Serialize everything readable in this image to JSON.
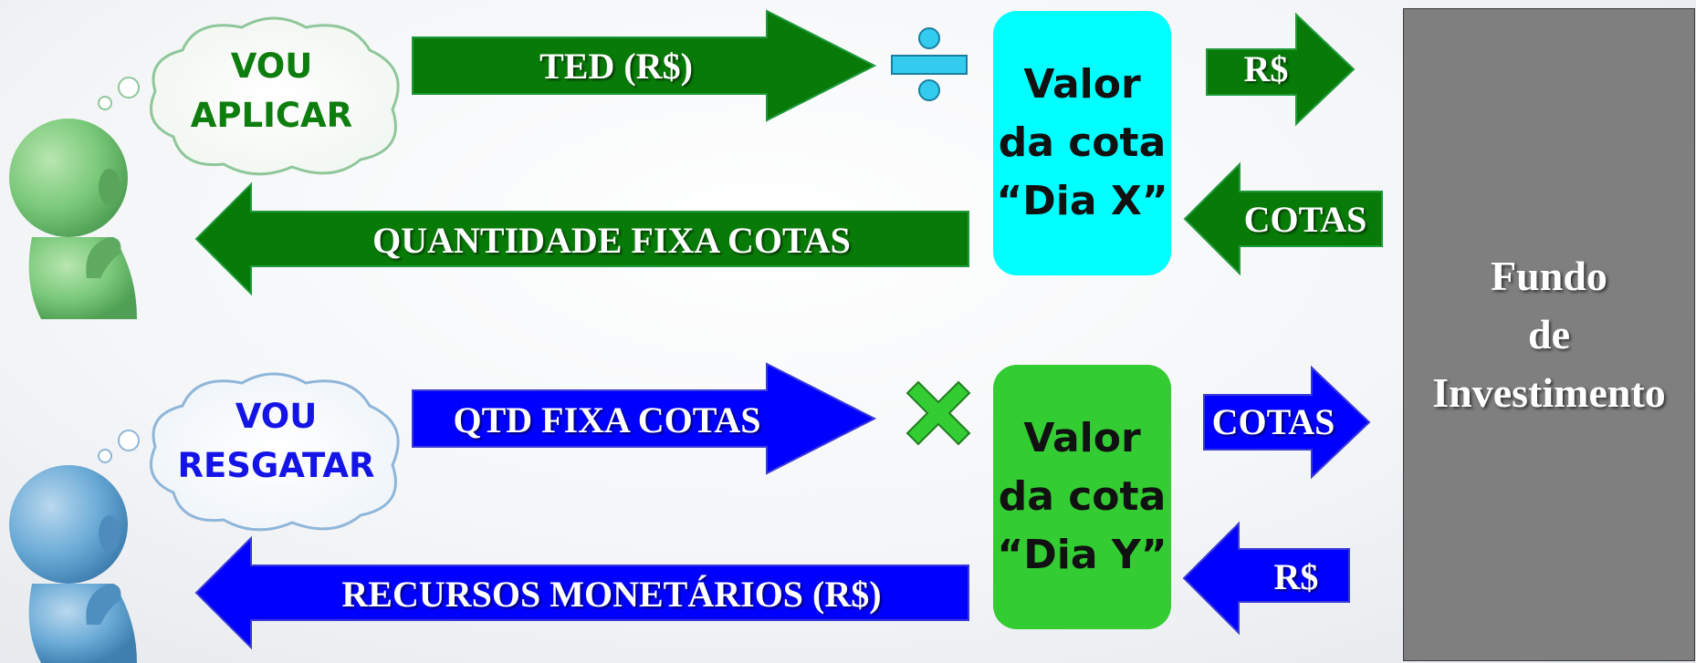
{
  "row_top": {
    "thought": {
      "line1": "VOU",
      "line2": "APLICAR"
    },
    "arrow_right_label": "TED (R$)",
    "operator": "divide-icon",
    "cota_box": {
      "line1": "Valor",
      "line2": "da cota",
      "line3": "“Dia X”"
    },
    "to_fund_label": "R$",
    "from_fund_label": "COTAS",
    "arrow_left_label": "QUANTIDADE FIXA COTAS"
  },
  "row_bottom": {
    "thought": {
      "line1": "VOU",
      "line2": "RESGATAR"
    },
    "arrow_right_label": "QTD FIXA COTAS",
    "operator": "multiply-icon",
    "cota_box": {
      "line1": "Valor",
      "line2": "da cota",
      "line3": "“Dia Y”"
    },
    "to_fund_label": "COTAS",
    "from_fund_label": "R$",
    "arrow_left_label": "RECURSOS MONETÁRIOS (R$)"
  },
  "fund": {
    "line1": "Fundo",
    "line2": "de",
    "line3": "Investimento"
  },
  "colors": {
    "top_arrow": "#087a08",
    "bottom_arrow": "#0000ff",
    "top_text": "#0d7d0d",
    "bottom_text": "#1414e6",
    "cota_x": "#00ffff",
    "cota_y": "#33cc33",
    "fund": "#7f7f7f",
    "divide_icon": "#33ccee",
    "multiply_icon": "#33cc33"
  }
}
